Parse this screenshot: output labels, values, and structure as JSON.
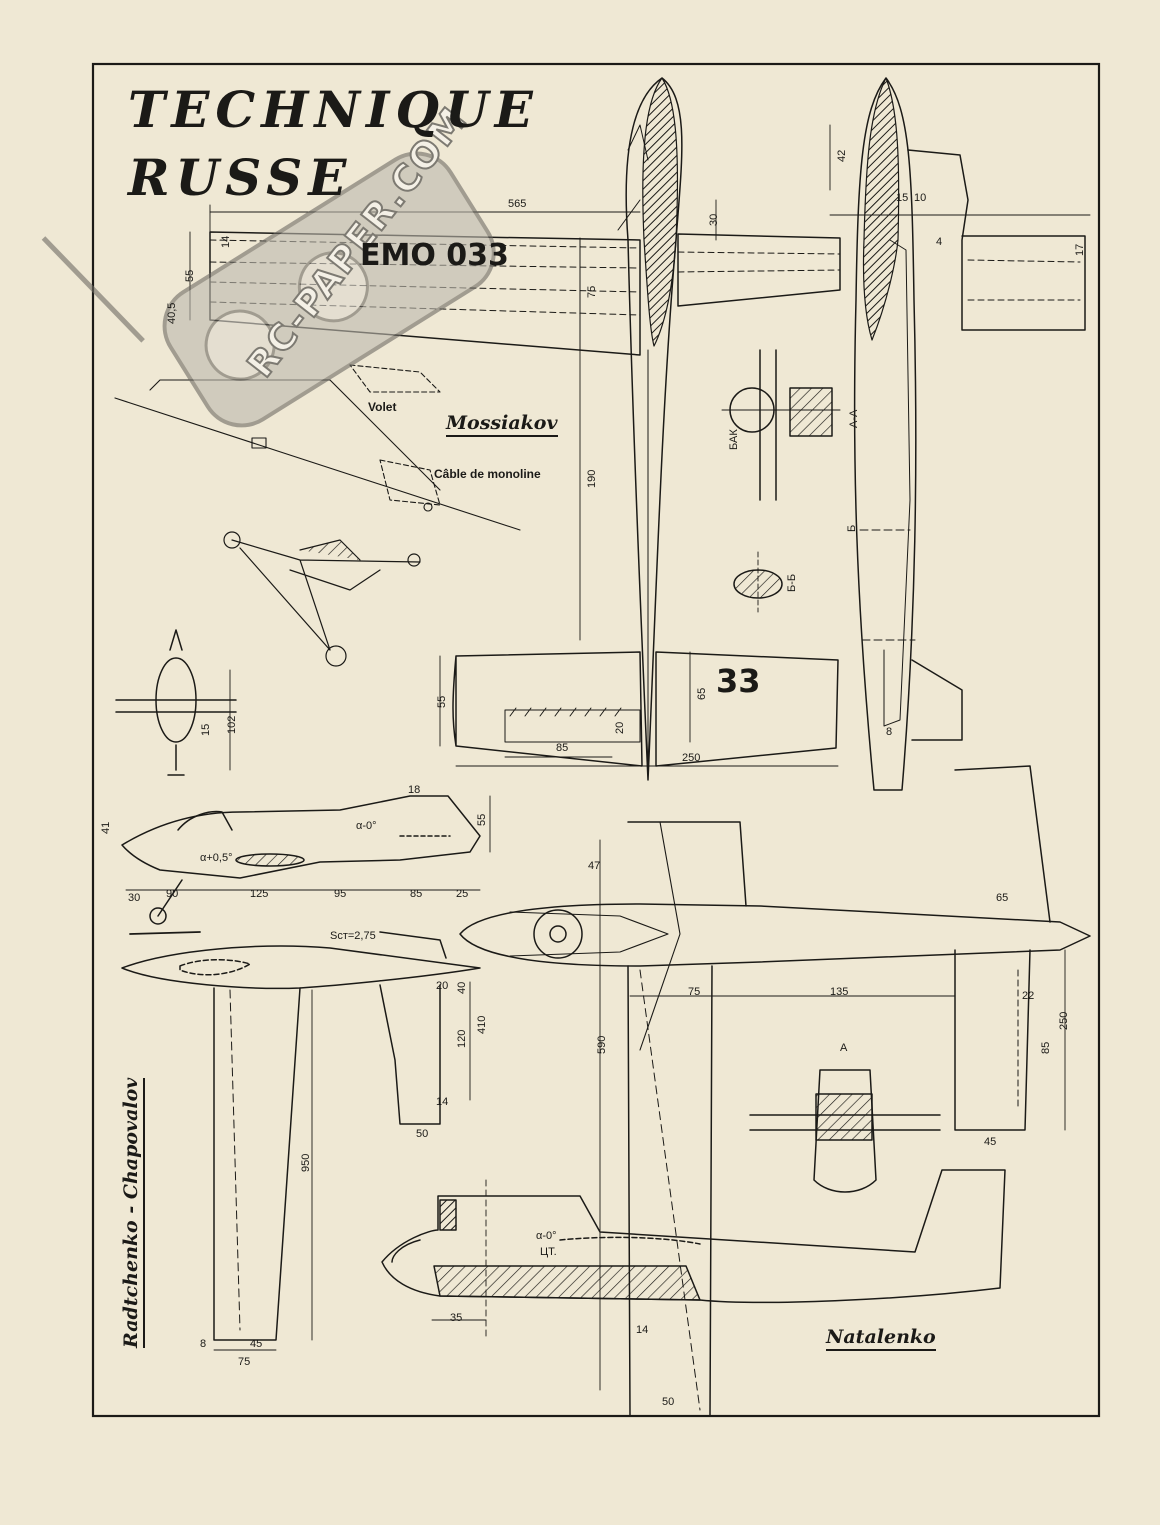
{
  "title": {
    "line1": "TECHNIQUE",
    "line2": "RUSSE"
  },
  "watermark": {
    "text": "RC-PAPER.COM",
    "icon": "rc-transmitter-icon"
  },
  "designers": {
    "top": "Mossiakov",
    "left_vertical": "Radtchenko - Chapovalov",
    "bottom_right": "Natalenko"
  },
  "registrations": {
    "wing_marking": "EMO 033",
    "tail_marking": "33"
  },
  "annotations": {
    "flap": "Volet",
    "line_cable": "Câble de monoline",
    "tank_label": "БАК",
    "section_aa": "A-A",
    "section_bb": "Б-Б",
    "section_b": "Б",
    "section_a": "A",
    "alpha_plus": "α+0,5°",
    "alpha_zero": "α-0°",
    "alpha_zero_2": "α-0°",
    "cg": "ЦТ.",
    "area": "Sст=2,75"
  },
  "dimensions": {
    "wing_span_half": "565",
    "wing_root": "75",
    "tip_chord": "55",
    "d14": "14",
    "d405": "40,5",
    "d42": "42",
    "d30": "30",
    "d15": "15",
    "d10": "10",
    "d4": "4",
    "d17": "17",
    "fuse_190": "190",
    "stab_55": "55",
    "stab_65": "65",
    "stab_20": "20",
    "stab_85": "85",
    "stab_250": "250",
    "d8": "8",
    "front_102": "102",
    "front_15": "15",
    "rc_18": "18",
    "rc_41": "41",
    "rc_55": "55",
    "rc_30": "30",
    "rc_90": "90",
    "rc_125": "125",
    "rc_95": "95",
    "rc_85": "85",
    "rc_25": "25",
    "rc_20": "20",
    "rc_40": "40",
    "rc_120": "120",
    "rc_410": "410",
    "rc_14": "14",
    "rc_50": "50",
    "rc_950": "950",
    "rc_8": "8",
    "rc_45": "45",
    "rc_75": "75",
    "n_47": "47",
    "n_590": "590",
    "n_75": "75",
    "n_135": "135",
    "n_65": "65",
    "n_22": "22",
    "n_85": "85",
    "n_250": "250",
    "n_45": "45",
    "n_35": "35",
    "n_14": "14",
    "n_50": "50"
  }
}
